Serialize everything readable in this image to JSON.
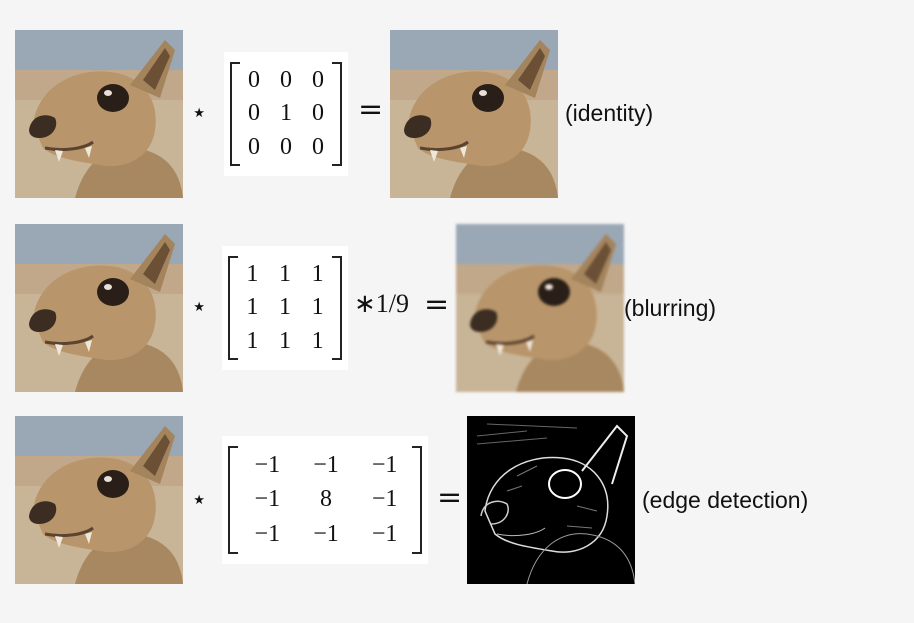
{
  "rows": [
    {
      "id": "identity",
      "kernel": [
        [
          "0",
          "0",
          "0"
        ],
        [
          "0",
          "1",
          "0"
        ],
        [
          "0",
          "0",
          "0"
        ]
      ],
      "operator": "⋆",
      "equals": "=",
      "scale": "",
      "caption": "(identity)"
    },
    {
      "id": "blurring",
      "kernel": [
        [
          "1",
          "1",
          "1"
        ],
        [
          "1",
          "1",
          "1"
        ],
        [
          "1",
          "1",
          "1"
        ]
      ],
      "operator": "⋆",
      "equals": "=",
      "scale": "∗1/9",
      "caption": "(blurring)"
    },
    {
      "id": "edge-detection",
      "kernel": [
        [
          "−1",
          "−1",
          "−1"
        ],
        [
          "−1",
          "8",
          "−1"
        ],
        [
          "−1",
          "−1",
          "−1"
        ]
      ],
      "operator": "⋆",
      "equals": "=",
      "scale": "",
      "caption": "(edge detection)"
    }
  ],
  "colors": {
    "background": "#f5f5f5",
    "fur": "#b8956a",
    "sky": "#9aa7b5",
    "sand": "#c9b08b",
    "edge_background": "#000000"
  },
  "icons": {
    "source_image": "animal-photo-icon",
    "edge_image": "edge-map-icon"
  }
}
